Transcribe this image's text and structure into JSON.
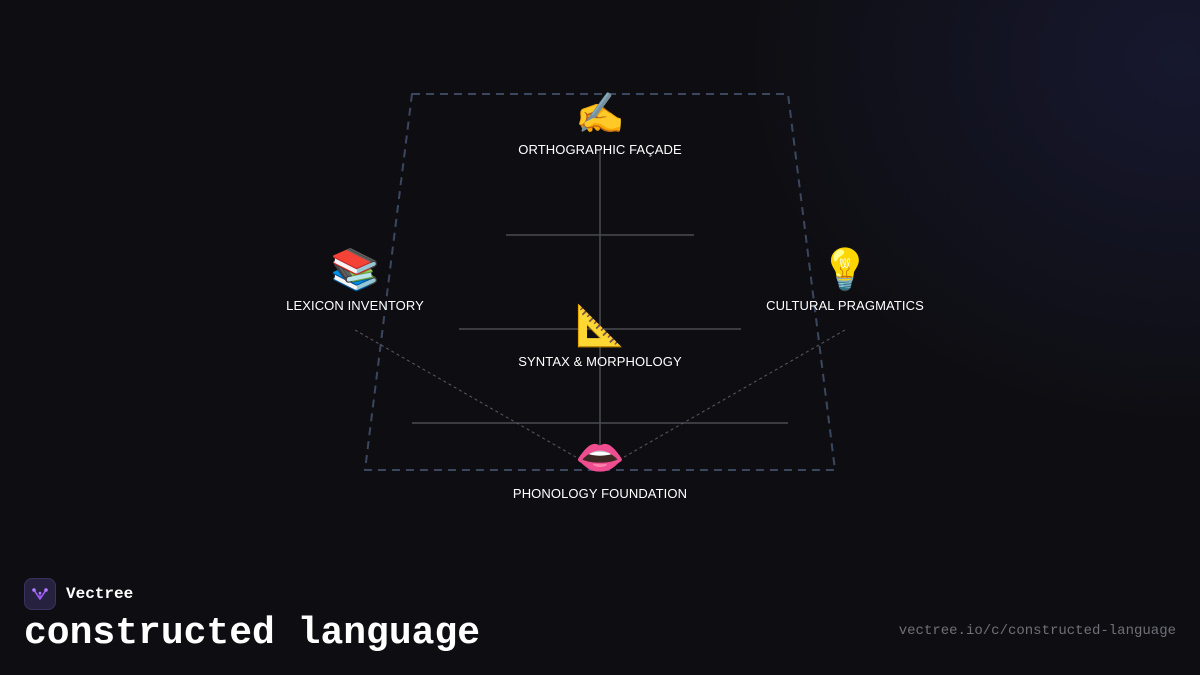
{
  "diagram": {
    "nodes": {
      "orthographic": {
        "label": "ORTHOGRAPHIC FAÇADE",
        "emoji": "✍️",
        "icon": "writing-hand-icon"
      },
      "lexicon": {
        "label": "LEXICON INVENTORY",
        "emoji": "📚",
        "icon": "books-icon"
      },
      "pragmatics": {
        "label": "CULTURAL PRAGMATICS",
        "emoji": "💡",
        "icon": "light-bulb-icon"
      },
      "syntax": {
        "label": "SYNTAX & MORPHOLOGY",
        "emoji": "📐",
        "icon": "triangular-ruler-icon"
      },
      "phonology": {
        "label": "PHONOLOGY FOUNDATION",
        "emoji": "👄",
        "icon": "mouth-icon"
      }
    },
    "colors": {
      "frame_dashed": "#3b475e",
      "level_lines": "#4a4a52",
      "connector_dotted": "#5a5a64"
    }
  },
  "footer": {
    "brand_name": "Vectree",
    "title": "constructed language",
    "url": "vectree.io/c/constructed-language"
  },
  "colors": {
    "background": "#0e0e12",
    "text": "#ffffff",
    "url_text": "#6f6f78",
    "brand_accent": "#9b59f5"
  }
}
